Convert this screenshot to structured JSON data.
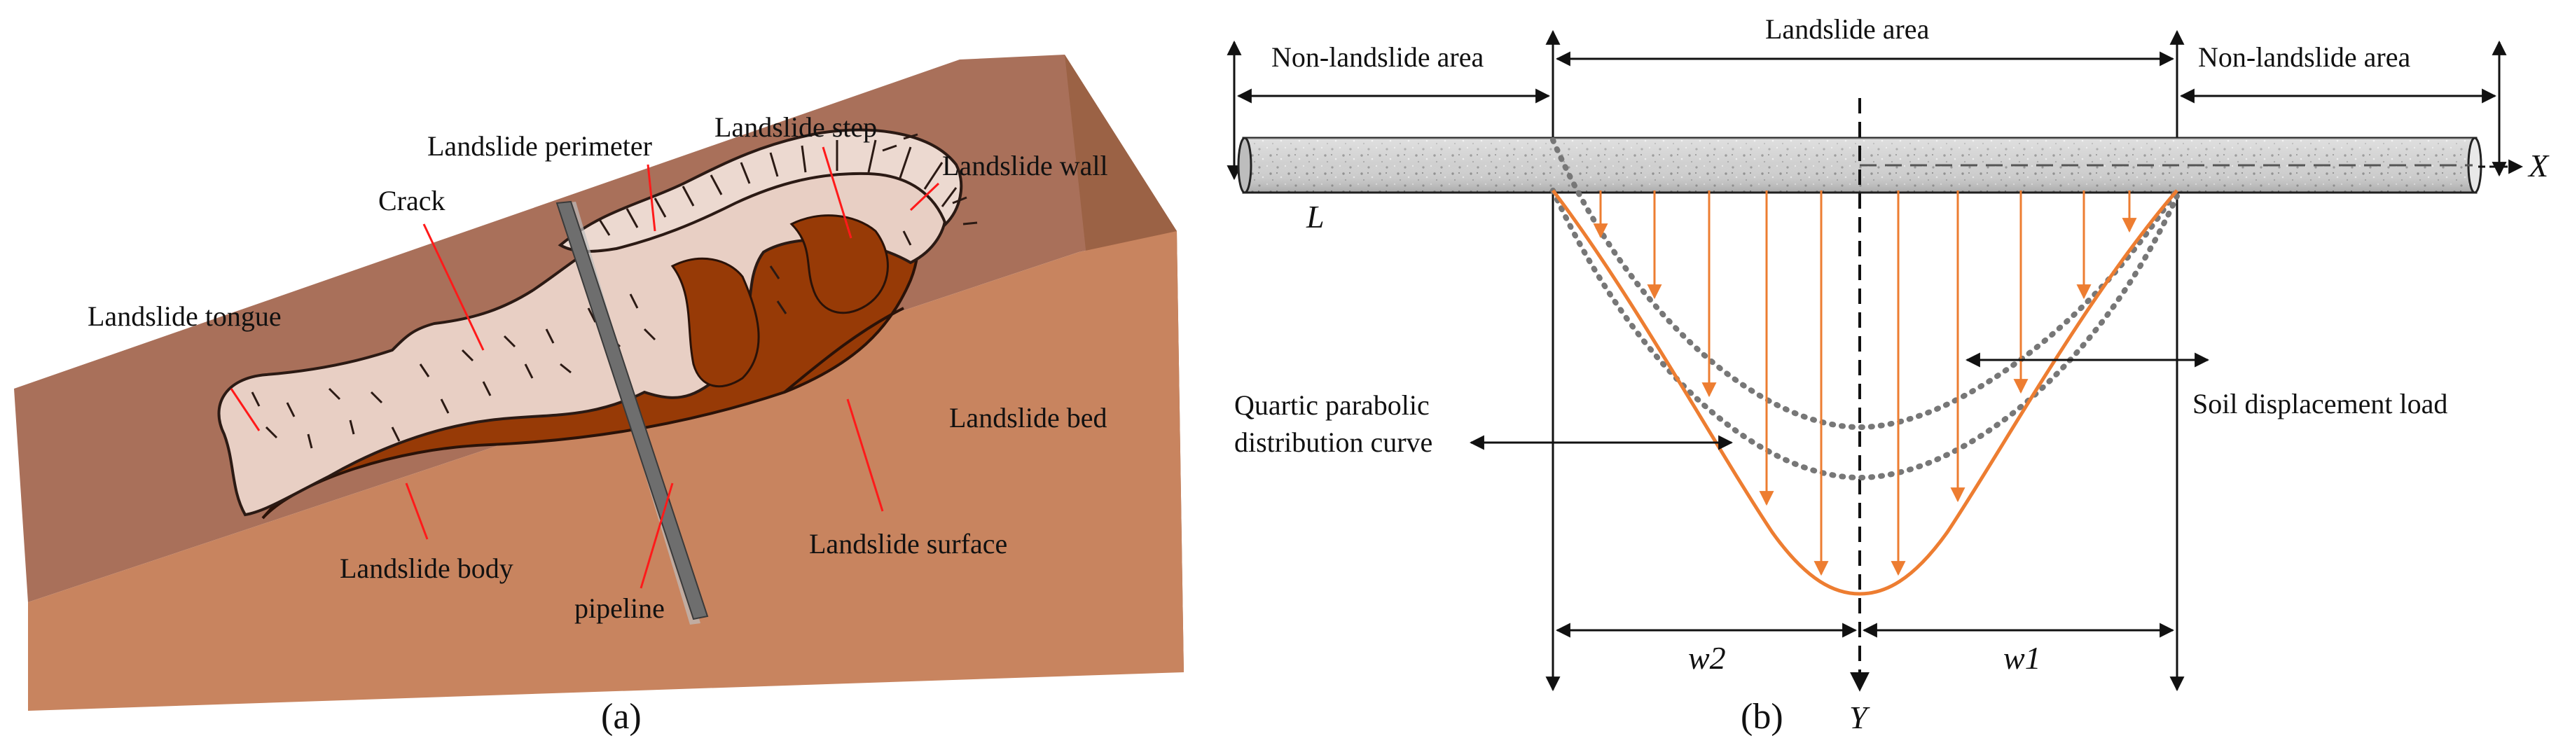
{
  "panel_a": {
    "caption": "(a)",
    "labels": {
      "landslide_tongue": "Landslide tongue",
      "crack": "Crack",
      "landslide_perimeter": "Landslide perimeter",
      "landslide_step": "Landslide step",
      "landslide_wall": "Landslide wall",
      "landslide_bed": "Landslide bed",
      "landslide_body": "Landslide body",
      "landslide_surface": "Landslide surface",
      "pipeline": "pipeline"
    },
    "colors": {
      "slope_top": "#a9705a",
      "slope_front": "#c8845f",
      "slope_side": "#9b6245",
      "landslide_body": "#973a06",
      "landslide_mass": "#e8cfc4",
      "pipeline": "#6e6e6e",
      "leader": "#ff1a1a"
    }
  },
  "panel_b": {
    "caption": "(b)",
    "labels": {
      "non_landslide_left": "Non-landslide area",
      "landslide_area": "Landslide area",
      "non_landslide_right": "Non-landslide area",
      "L": "L",
      "X": "X",
      "Y": "Y",
      "quartic_line1": "Quartic  parabolic",
      "quartic_line2": "distribution curve",
      "soil_load": "Soil displacement load",
      "w2": "w2",
      "w1": "w1"
    },
    "colors": {
      "load_curve": "#ed7d31",
      "deformed_pipe": "#777777",
      "pipe": "#c8c8c8"
    }
  }
}
